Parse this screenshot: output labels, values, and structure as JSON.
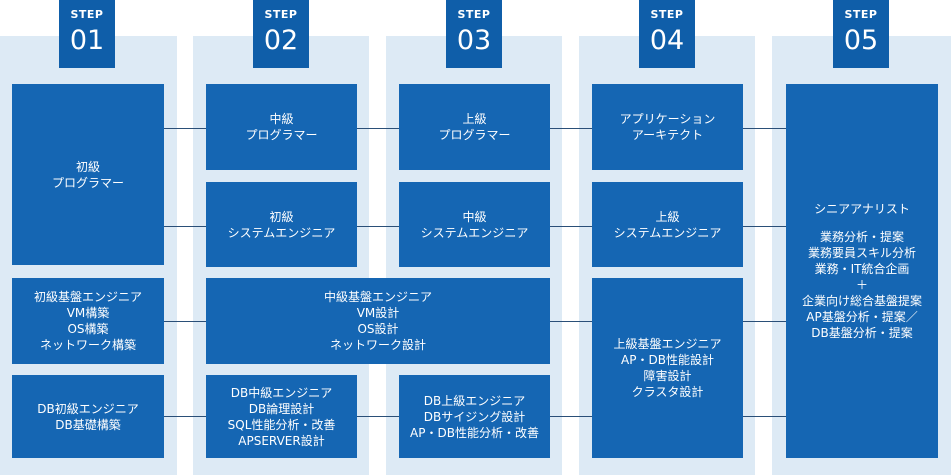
{
  "steps": [
    {
      "label": "STEP",
      "number": "01"
    },
    {
      "label": "STEP",
      "number": "02"
    },
    {
      "label": "STEP",
      "number": "03"
    },
    {
      "label": "STEP",
      "number": "04"
    },
    {
      "label": "STEP",
      "number": "05"
    }
  ],
  "colors": {
    "box": "#1566b3",
    "step": "#0f5ea9",
    "column_bg": "#ddeaf5",
    "connector": "#2a4f78"
  },
  "step1": {
    "junior_programmer": [
      "初級",
      "プログラマー"
    ],
    "junior_infra_engineer": [
      "初級基盤エンジニア",
      "VM構築",
      "OS構築",
      "ネットワーク構築"
    ],
    "db_junior_engineer": [
      "DB初級エンジニア",
      "DB基礎構築"
    ]
  },
  "step2": {
    "mid_programmer": [
      "中級",
      "プログラマー"
    ],
    "junior_system_engineer": [
      "初級",
      "システムエンジニア"
    ],
    "mid_infra_engineer": [
      "中級基盤エンジニア",
      "VM設計",
      "OS設計",
      "ネットワーク設計"
    ],
    "db_mid_engineer": [
      "DB中級エンジニア",
      "DB論理設計",
      "SQL性能分析・改善",
      "APSERVER設計"
    ]
  },
  "step3": {
    "senior_programmer": [
      "上級",
      "プログラマー"
    ],
    "mid_system_engineer": [
      "中級",
      "システムエンジニア"
    ],
    "db_senior_engineer": [
      "DB上級エンジニア",
      "DBサイジング設計",
      "AP・DB性能分析・改善"
    ]
  },
  "step4": {
    "application_architect": [
      "アプリケーション",
      "アーキテクト"
    ],
    "senior_system_engineer": [
      "上級",
      "システムエンジニア"
    ],
    "senior_infra_engineer": [
      "上級基盤エンジニア",
      "AP・DB性能設計",
      "障害設計",
      "クラスタ設計"
    ]
  },
  "step5": {
    "senior_analyst_title": "シニアアナリスト",
    "senior_analyst_lines": [
      "業務分析・提案",
      "業務要員スキル分析",
      "業務・IT統合企画",
      "＋",
      "企業向け総合基盤提案",
      "AP基盤分析・提案／",
      "DB基盤分析・提案"
    ]
  }
}
